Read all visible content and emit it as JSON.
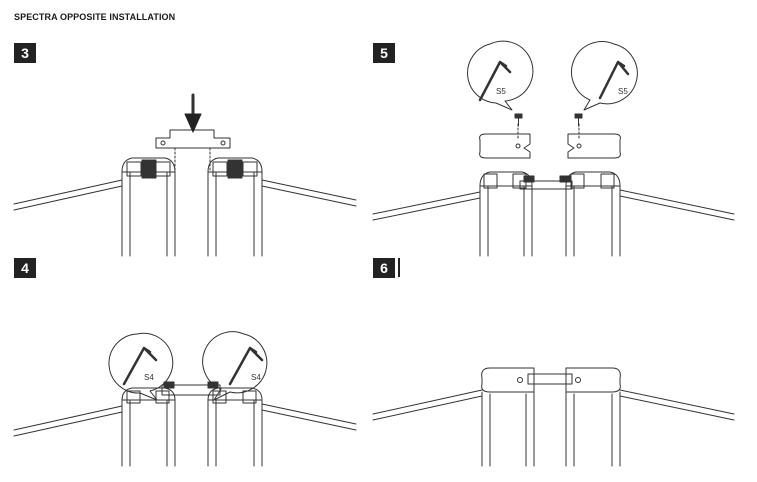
{
  "document": {
    "title": "SPECTRA OPPOSITE INSTALLATION"
  },
  "steps": [
    {
      "number": "3"
    },
    {
      "number": "5"
    },
    {
      "number": "4"
    },
    {
      "number": "6"
    }
  ],
  "callouts": {
    "step5_left": "S5",
    "step5_right": "S5",
    "step4_left": "S4",
    "step4_right": "S4"
  }
}
